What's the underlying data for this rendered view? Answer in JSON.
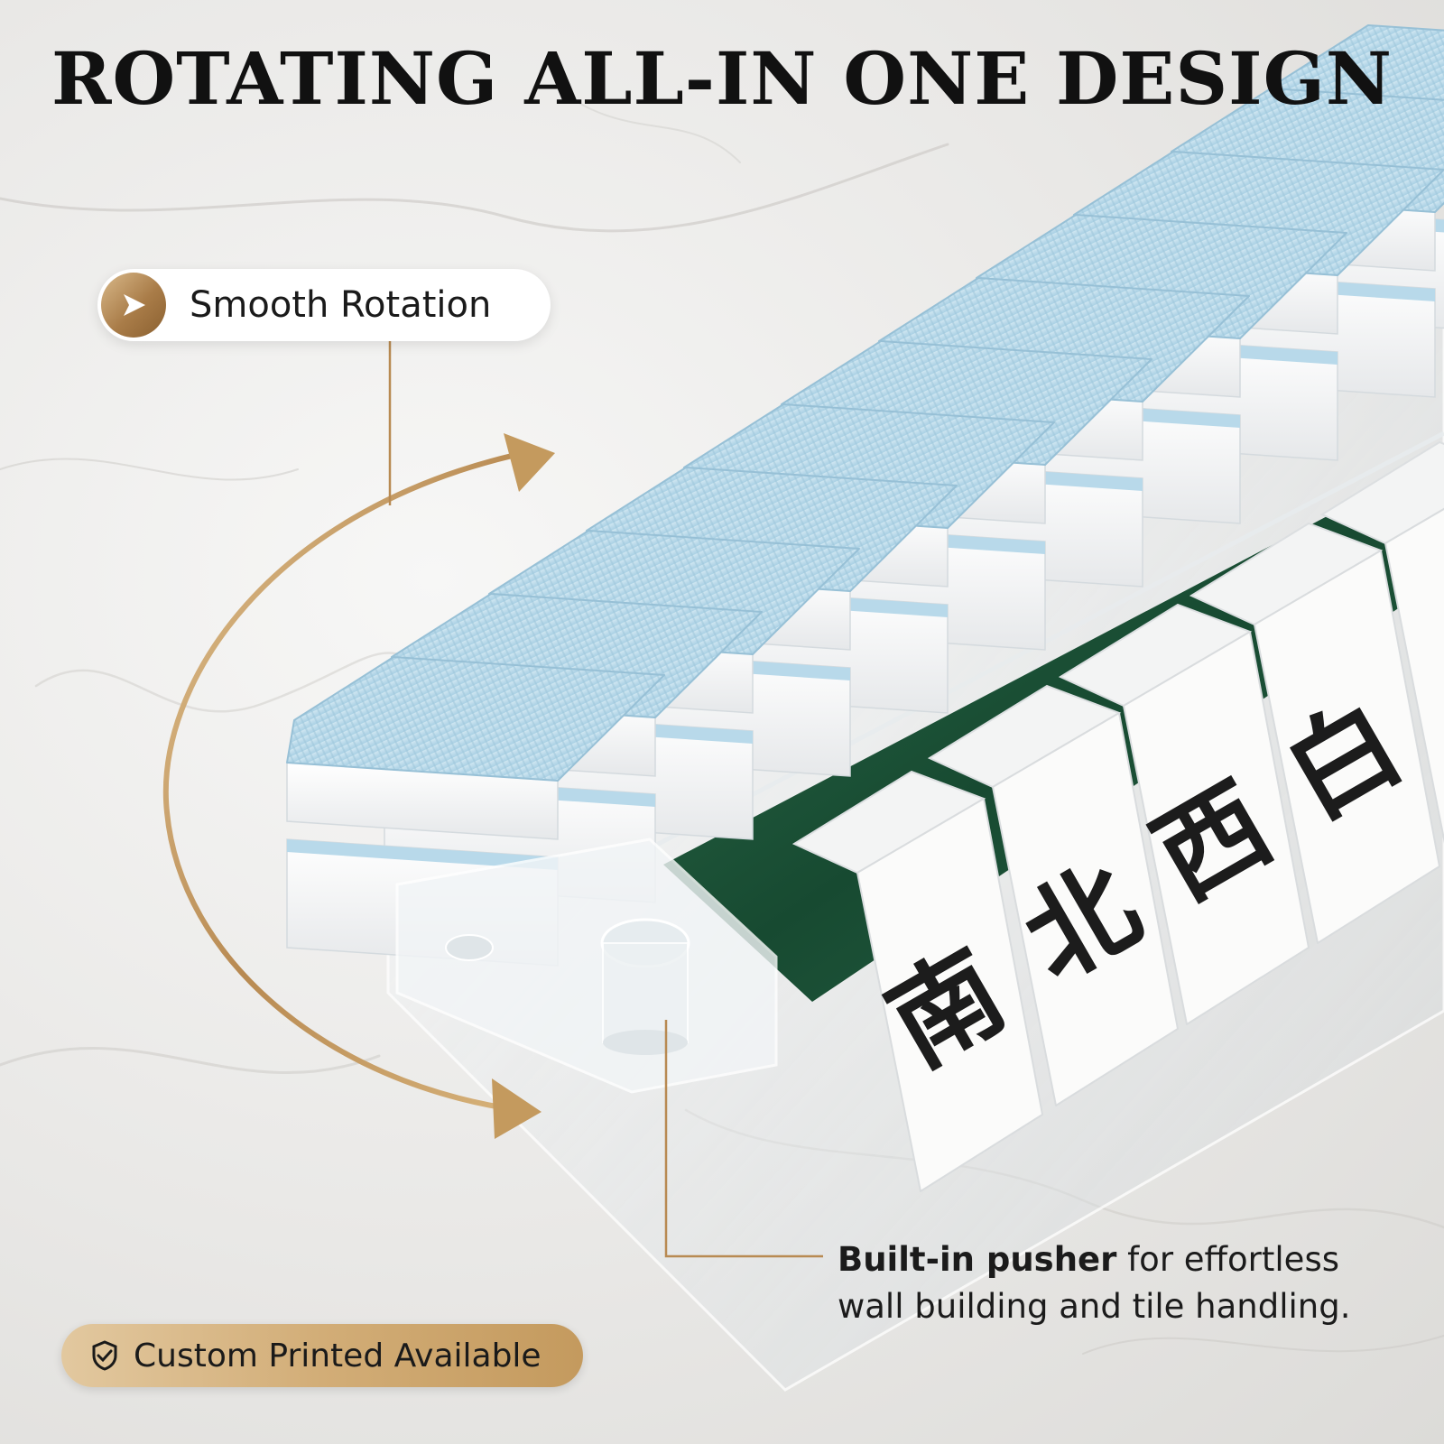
{
  "headline": "ROTATING ALL-IN ONE DESIGN",
  "labels": {
    "rotation": "Smooth Rotation",
    "pusher_bold": "Built-in pusher",
    "pusher_rest": " for effortless wall building and tile handling.",
    "custom": "Custom Printed Available"
  },
  "tile_characters": [
    "南",
    "北",
    "西",
    "白"
  ],
  "colors": {
    "gold": "#b88a52",
    "tile_blue": "#bcdcec",
    "tile_white": "#f7f7f5",
    "felt_green": "#1f5a3c",
    "glyph": "#1c1c1c"
  },
  "icons": {
    "rotation_badge": "play-arrow-icon",
    "custom_badge": "check-shield-icon"
  }
}
